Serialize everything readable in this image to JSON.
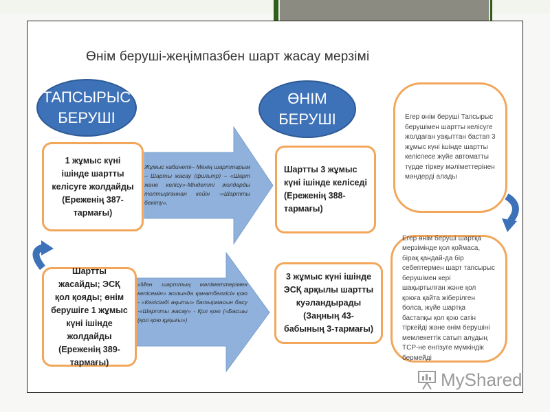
{
  "title": "Өнім беруші-жеңімпазбен шарт жасау мерзімі",
  "customer": {
    "label": "ТАПСЫРЫС БЕРУШІ"
  },
  "supplier": {
    "label": "ӨНІМ БЕРУШІ"
  },
  "box_customer_top": "1 жұмыс күні ішінде шартты келісуге жолдайды (Ереженің 387-тармағы)",
  "box_supplier_top": "Шартты 3 жұмыс күні ішінде келіседі (Ереженің 388-тармағы)",
  "box_customer_bottom": "Шартты жасайды; ЭСҚ қол қояды; өнім берушіге 1 жұмыс күні ішінде жолдайды (Ереженің 389-тармағы)",
  "box_supplier_bottom": "3 жұмыс күні ішінде ЭСҚ арқылы шартты куәландырады (Заңның 43-бабының 3-тармағы)",
  "arrow_top_text": "Жұмыс кабинеті– Менің шарттарым – Шарты жасау (фильтр) – «Шарт және келісу»-Міндетті жолдарды толтырғаннан кейін -«Шартты бекіту».",
  "arrow_bottom_text": "«Мен шарттың мәліметтерімен келісемін» жолында қанатбелгісін қою - «Келісімді ақыты» батырмасын басу -«Шартты жасау» - Қол қою («Басшы (қол қою құқығы»)",
  "bubble_top": "Егер өнім беруші Тапсырыс берушімен шартты келісуге жолдаған уақыттан бастап 3 жұмыс күні ішінде шартты келіспесе жүйе автоматты түрде тіркеу мәліметтерінен мәндерді алады",
  "bubble_bottom": "Егер өнім беруші шартқа мерзімінде қол қоймаса, бірақ қандай-да бір себептермен шарт тапсырыс берушімен кері шақыртылған және қол қоюға қайта жіберілген болса, жүйе шартқа бастапқы қол қою сатін тіркейді және өнім берушіні мемлекеттік сатып алудың ТСР-не енгізуге мүмкіндік бермейді",
  "watermark": "MyShared",
  "colors": {
    "ellipse": "#3d71b8",
    "box_border": "#f2a65a",
    "arrow": "#8fb1db",
    "curved_arrow": "#3d71b8"
  }
}
